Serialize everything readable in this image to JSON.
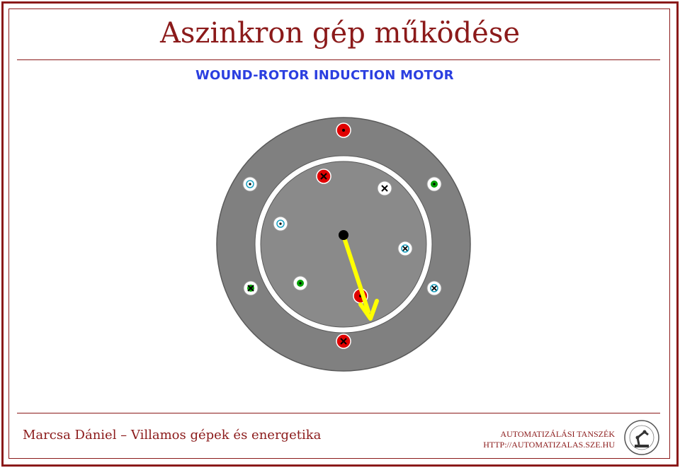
{
  "slide": {
    "title": "Aszinkron gép működése",
    "diagram_title": "WOUND-ROTOR INDUCTION MOTOR",
    "author_course": "Marcsa Dániel – Villamos gépek és energetika",
    "department": "AUTOMATIZÁLÁSI TANSZÉK",
    "website": "HTTP://AUTOMATIZALAS.SZE.HU"
  },
  "colors": {
    "accent": "#8b1a1a",
    "diagram_title": "#2b3fe0",
    "stator": "#808080",
    "rotor": "#8a8a8a",
    "field_arrow": "#ffff00",
    "phase_red": "#e00000",
    "phase_green": "#00a000",
    "phase_cyan": "#1aa0c0"
  },
  "icons": {
    "dot": "current-out-of-page-icon",
    "cross": "current-into-page-icon",
    "logo": "university-robot-logo"
  }
}
